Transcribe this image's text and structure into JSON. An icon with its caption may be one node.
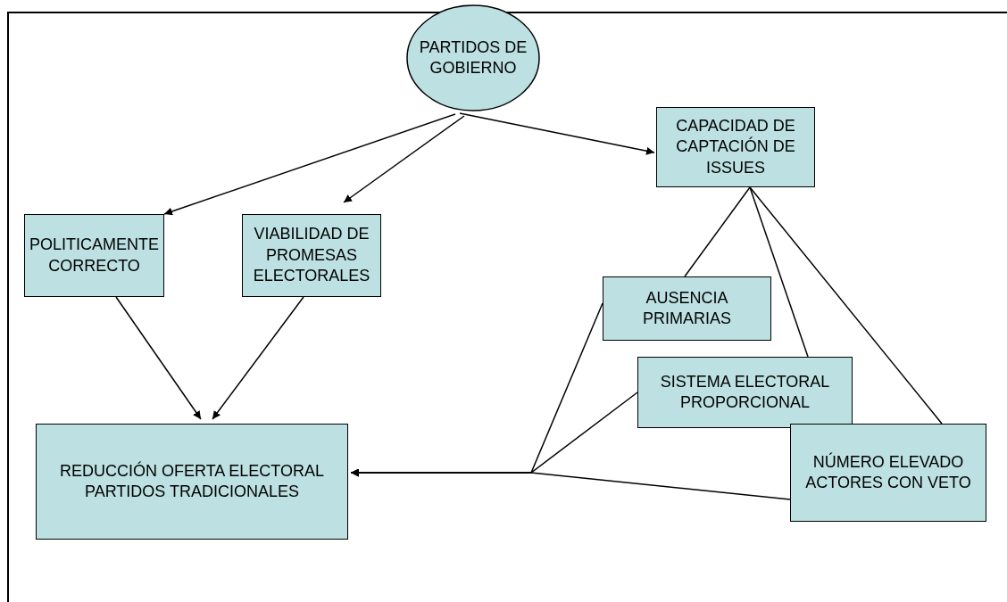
{
  "diagram": {
    "nodes": [
      {
        "text": [
          "PARTIDOS DE GOBIERNO"
        ]
      },
      {
        "text": [
          "CAPACIDAD DE CAPTACIÓN DE ISSUES"
        ]
      },
      {
        "text": [
          "POLITICAMENTE CORRECTO"
        ]
      },
      {
        "text": [
          "VIABILIDAD DE PROMESAS ELECTORALES"
        ]
      },
      {
        "text": [
          "AUSENCIA PRIMARIAS"
        ]
      },
      {
        "text": [
          "SISTEMA ELECTORAL PROPORCIONAL"
        ]
      },
      {
        "text": [
          "NÚMERO ELEVADO ACTORES CON VETO"
        ]
      },
      {
        "text": [
          "REDUCCIÓN OFERTA ELECTORAL PARTIDOS TRADICIONALES"
        ]
      }
    ],
    "edges": [
      {
        "from": 0,
        "to": 2,
        "arrow": "to"
      },
      {
        "from": 0,
        "to": 3,
        "arrow": "to"
      },
      {
        "from": 0,
        "to": 1,
        "arrow": "to"
      },
      {
        "from": 2,
        "to": 7,
        "arrow": "to"
      },
      {
        "from": 3,
        "to": 7,
        "arrow": "to"
      },
      {
        "from": 1,
        "to": 4,
        "arrow": "none"
      },
      {
        "from": 1,
        "to": 5,
        "arrow": "none"
      },
      {
        "from": 1,
        "to": 6,
        "arrow": "none"
      },
      {
        "from": 4,
        "to": 7,
        "arrow": "to"
      },
      {
        "from": 5,
        "to": 7,
        "arrow": "to"
      },
      {
        "from": 6,
        "to": 7,
        "arrow": "to"
      }
    ]
  }
}
